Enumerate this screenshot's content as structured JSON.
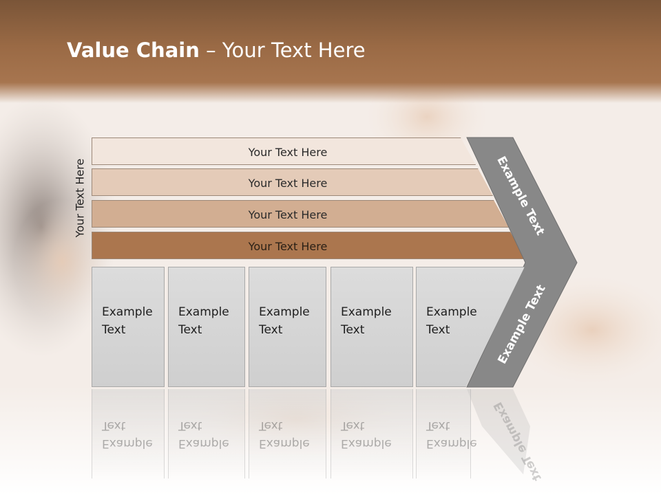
{
  "slide": {
    "title_bold": "Value Chain",
    "title_rest": " – Your Text Here",
    "side_label": "Your Text Here"
  },
  "bars": [
    {
      "label": "Your Text Here",
      "color": "#f2e6dd"
    },
    {
      "label": "Your Text Here",
      "color": "#e4cbb8"
    },
    {
      "label": "Your Text Here",
      "color": "#d2ae92"
    },
    {
      "label": "Your Text Here",
      "color": "#ab764e"
    }
  ],
  "boxes": [
    {
      "line1": "Example",
      "line2": "Text"
    },
    {
      "line1": "Example",
      "line2": "Text"
    },
    {
      "line1": "Example",
      "line2": "Text"
    },
    {
      "line1": "Example",
      "line2": "Text"
    },
    {
      "line1": "Example",
      "line2": "Text"
    }
  ],
  "chevron": {
    "upper_label": "Example Text",
    "lower_label": "Example Text",
    "color": "#888888"
  }
}
